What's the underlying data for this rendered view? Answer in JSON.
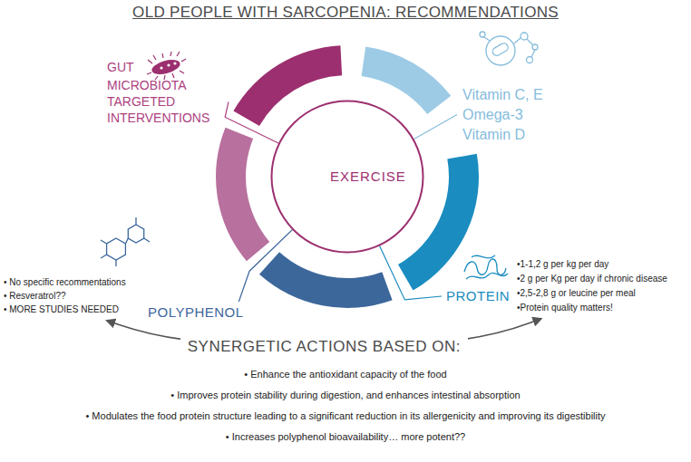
{
  "diagram": {
    "title": "OLD PEOPLE WITH SARCOPENIA: RECOMMENDATIONS",
    "nodes": [
      {
        "text": [
          "EXERCISE"
        ]
      },
      {
        "text": [
          "GUT",
          "MICROBIOTA TARGETED INTERVENTIONS"
        ]
      },
      {
        "text": [
          "Vitamin C, E",
          "Omega-3",
          "Vitamin D"
        ]
      },
      {
        "text": [
          "PROTEIN",
          "•1-1,2 g per kg per day",
          "•2 g per Kg per day if chronic disease",
          "•2,5-2,8 g or leucine per meal",
          "•Protein quality matters!"
        ]
      },
      {
        "text": [
          "POLYPHENOL",
          "• No specific recommentations",
          "• Resveratrol??",
          "• MORE STUDIES NEEDED"
        ]
      }
    ],
    "edges": [
      {
        "from": 1,
        "to": 0,
        "arrow": "none"
      },
      {
        "from": 2,
        "to": 0,
        "arrow": "none"
      },
      {
        "from": 3,
        "to": 0,
        "arrow": "none"
      },
      {
        "from": 4,
        "to": 0,
        "arrow": "none"
      },
      {
        "from": 4,
        "to": 3,
        "label": "SYNERGETIC ACTIONS BASED ON:",
        "arrow": "both"
      }
    ],
    "labels": [
      "• Enhance the antioxidant capacity of the food",
      "• Improves protein stability during digestion, and enhances intestinal absorption",
      "• Modulates the food protein structure leading to a significant reduction in its allergenicity and improving its digestibility",
      "• Increases polyphenol bioavailability… more potent??"
    ]
  }
}
